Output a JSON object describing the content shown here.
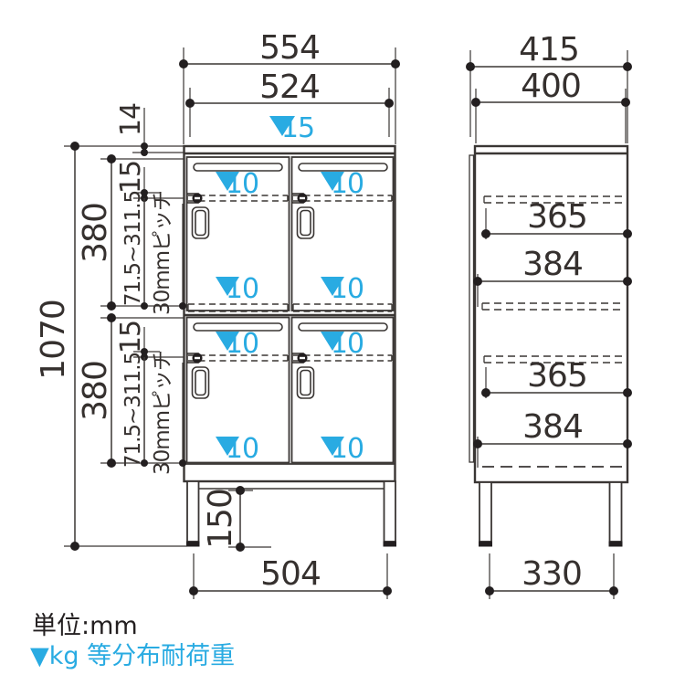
{
  "legend": {
    "unit_note": "単位:mm",
    "load_note": "▼kg 等分布耐荷重"
  },
  "colors": {
    "accent_blue": "#29abe2",
    "line": "#3a3634"
  },
  "front_view": {
    "overall_width": "554",
    "opening_width": "524",
    "overall_height": "1070",
    "top_panel_thickness": "14",
    "top_load_kg": "15",
    "door_load_kg": "10",
    "upper_section": {
      "clearance": "15",
      "height": "380",
      "shelf_range": "71.5~311.5",
      "shelf_pitch": "30mmピッチ"
    },
    "lower_section": {
      "clearance": "15",
      "height": "380",
      "shelf_range": "71.5~311.5",
      "shelf_pitch": "30mmピッチ"
    },
    "leg_height": "150",
    "leg_span": "504"
  },
  "side_view": {
    "overall_depth": "415",
    "body_depth": "400",
    "upper_shelf_depth": "365",
    "upper_inner_depth": "384",
    "lower_shelf_depth": "365",
    "lower_inner_depth": "384",
    "leg_span": "330"
  }
}
